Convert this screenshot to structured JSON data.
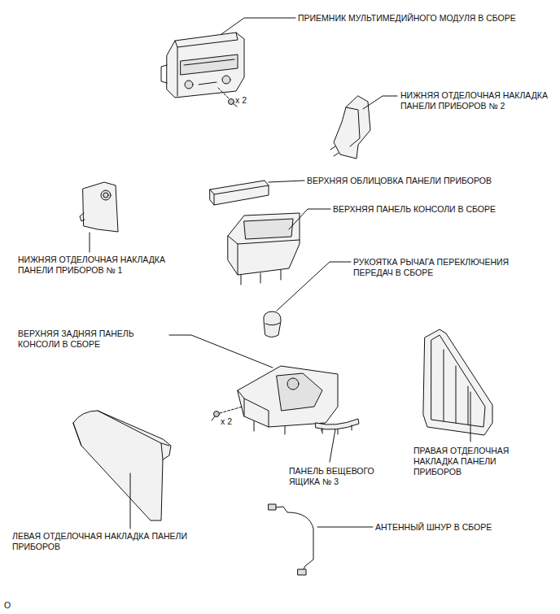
{
  "diagram": {
    "labels": [
      "ПРИЕМНИК МУЛЬТИМЕДИЙНОГО МОДУЛЯ В СБОРЕ",
      "x 2",
      "НИЖНЯЯ ОТДЕЛОЧНАЯ НАКЛАДКА ПАНЕЛИ ПРИБОРОВ № 2",
      "ВЕРХНЯЯ ОБЛИЦОВКА ПАНЕЛИ ПРИБОРОВ",
      "НИЖНЯЯ ОТДЕЛОЧНАЯ НАКЛАДКА ПАНЕЛИ ПРИБОРОВ № 1",
      "ВЕРХНЯЯ ПАНЕЛЬ КОНСОЛИ В СБОРЕ",
      "РУКОЯТКА РЫЧАГА ПЕРЕКЛЮЧЕНИЯ ПЕРЕДАЧ В СБОРЕ",
      "ВЕРХНЯЯ ЗАДНЯЯ ПАНЕЛЬ КОНСОЛИ В СБОРЕ",
      "x 2",
      "ПРАВАЯ ОТДЕЛОЧНАЯ НАКЛАДКА ПАНЕЛИ ПРИБОРОВ",
      "ПАНЕЛЬ ВЕЩЕВОГО ЯЩИКА № 3",
      "ЛЕВАЯ ОТДЕЛОЧНАЯ НАКЛАДКА ПАНЕЛИ ПРИБОРОВ",
      "АНТЕННЫЙ ШНУР В СБОРЕ",
      "O"
    ]
  }
}
